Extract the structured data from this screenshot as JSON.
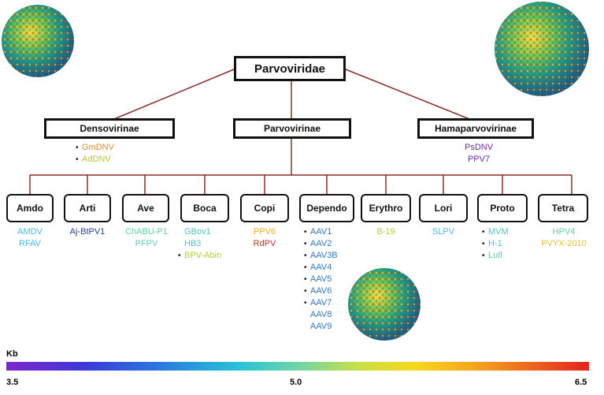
{
  "root": "Parvoviridae",
  "subfamilies": [
    {
      "label": "Densovirinae",
      "members": [
        {
          "name": "GmDNV",
          "color": "#e1892b",
          "star": true
        },
        {
          "name": "AdDNV",
          "color": "#b7c63a",
          "star": true
        }
      ]
    },
    {
      "label": "Parvovirinae"
    },
    {
      "label": "Hamaparvovirinae",
      "members": [
        {
          "name": "PsDNV",
          "color": "#6a2ba0",
          "star": false
        },
        {
          "name": "PPV7",
          "color": "#6a2ba0",
          "star": false
        }
      ]
    }
  ],
  "genera": [
    {
      "label": "Amdo",
      "members": [
        {
          "name": "AMDV",
          "color": "#4bb8e0",
          "star": false
        },
        {
          "name": "RFAV",
          "color": "#4bb8e0",
          "star": false
        }
      ]
    },
    {
      "label": "Arti",
      "members": [
        {
          "name": "Aj-BtPV1",
          "color": "#283d96",
          "star": false
        }
      ]
    },
    {
      "label": "Ave",
      "members": [
        {
          "name": "ChABU-P1",
          "color": "#5fcfa2",
          "star": false
        },
        {
          "name": "PFPV",
          "color": "#5fcfa2",
          "star": false
        }
      ]
    },
    {
      "label": "Boca",
      "members": [
        {
          "name": "GBov1",
          "color": "#4fc5bd",
          "star": false
        },
        {
          "name": "HB3",
          "color": "#4fc5bd",
          "star": false
        },
        {
          "name": "BPV-Abin",
          "color": "#b9cc38",
          "star": true
        }
      ]
    },
    {
      "label": "Copi",
      "members": [
        {
          "name": "PPV6",
          "color": "#e9ae2b",
          "star": false
        },
        {
          "name": "RdPV",
          "color": "#b8382a",
          "star": false
        }
      ]
    },
    {
      "label": "Dependo",
      "members": [
        {
          "name": "AAV1",
          "color": "#3477c2",
          "star": true
        },
        {
          "name": "AAV2",
          "color": "#3477c2",
          "star": true
        },
        {
          "name": "AAV3B",
          "color": "#3477c2",
          "star": true
        },
        {
          "name": "AAV4",
          "color": "#3477c2",
          "star": true
        },
        {
          "name": "AAV5",
          "color": "#3477c2",
          "star": true
        },
        {
          "name": "AAV6",
          "color": "#3477c2",
          "star": true
        },
        {
          "name": "AAV7",
          "color": "#3477c2",
          "star": true
        },
        {
          "name": "AAV8",
          "color": "#3477c2",
          "star": false
        },
        {
          "name": "AAV9",
          "color": "#3477c2",
          "star": false
        }
      ]
    },
    {
      "label": "Erythro",
      "members": [
        {
          "name": "B-19",
          "color": "#b9cc38",
          "star": false
        }
      ]
    },
    {
      "label": "Lori",
      "members": [
        {
          "name": "SLPV",
          "color": "#4bb8e0",
          "star": false
        }
      ]
    },
    {
      "label": "Proto",
      "members": [
        {
          "name": "MVM",
          "color": "#4fc5bd",
          "star": true
        },
        {
          "name": "H-1",
          "color": "#4fc5bd",
          "star": true
        },
        {
          "name": "LuIl",
          "color": "#4fc5bd",
          "star": true
        }
      ]
    },
    {
      "label": "Tetra",
      "members": [
        {
          "name": "HPV4",
          "color": "#5fcfa2",
          "star": false
        },
        {
          "name": "PVYX-2010",
          "color": "#e9c12b",
          "star": false
        }
      ]
    }
  ],
  "scale": {
    "unit": "Kb",
    "min": "3.5",
    "mid": "5.0",
    "max": "6.5"
  }
}
